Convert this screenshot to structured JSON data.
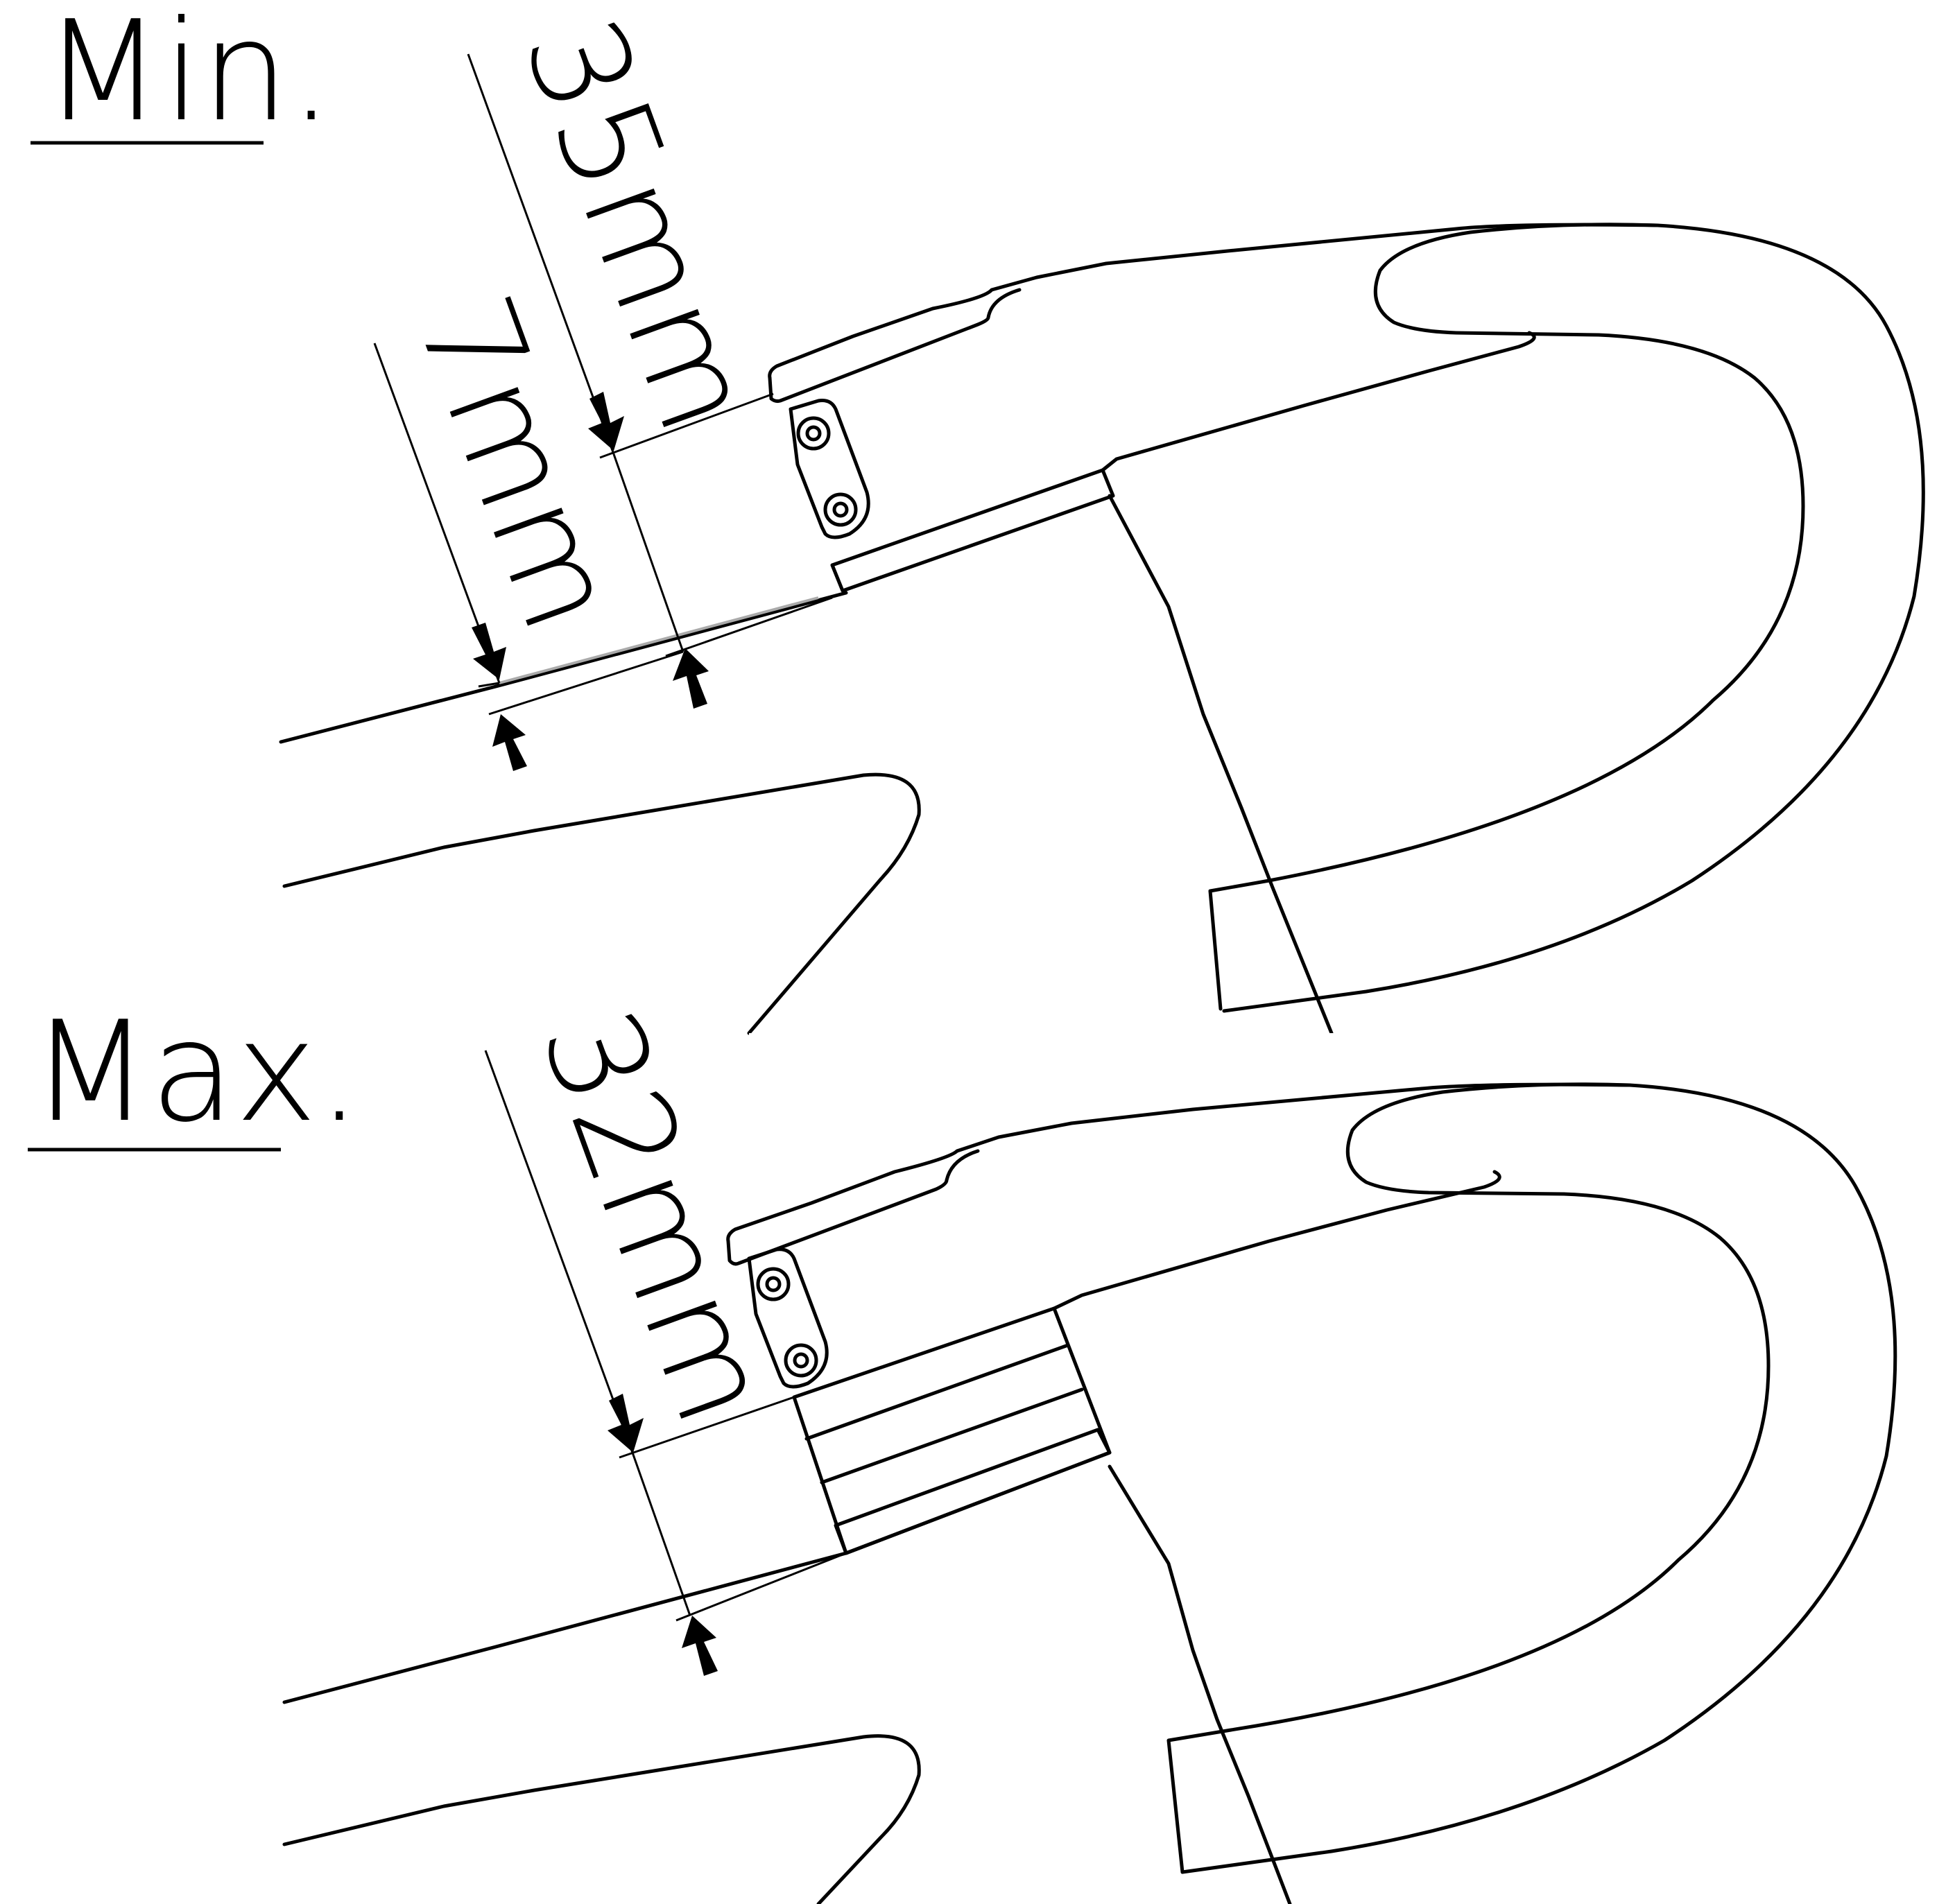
{
  "panels": {
    "min": {
      "label": "Min.",
      "dimension_main": "35mm",
      "dimension_offset": "7mm"
    },
    "max": {
      "label": "Max.",
      "dimension_main": "32mm"
    }
  },
  "colors": {
    "line": "#000000",
    "spacer_dark": "#8a898e",
    "spacer_light": "#bcbbbf",
    "ghost_line": "#aaaaaa"
  }
}
